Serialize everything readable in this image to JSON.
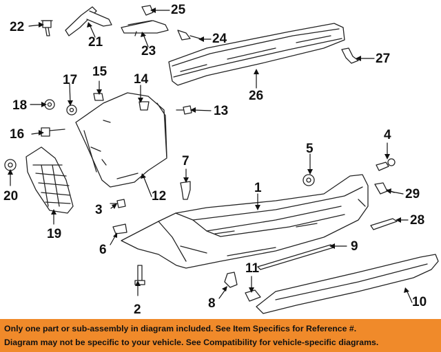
{
  "callouts": [
    {
      "id": "1",
      "label": "1"
    },
    {
      "id": "2",
      "label": "2"
    },
    {
      "id": "3",
      "label": "3"
    },
    {
      "id": "4",
      "label": "4"
    },
    {
      "id": "5",
      "label": "5"
    },
    {
      "id": "6",
      "label": "6"
    },
    {
      "id": "7",
      "label": "7"
    },
    {
      "id": "8",
      "label": "8"
    },
    {
      "id": "9",
      "label": "9"
    },
    {
      "id": "10",
      "label": "10"
    },
    {
      "id": "11",
      "label": "11"
    },
    {
      "id": "12",
      "label": "12"
    },
    {
      "id": "13",
      "label": "13"
    },
    {
      "id": "14",
      "label": "14"
    },
    {
      "id": "15",
      "label": "15"
    },
    {
      "id": "16",
      "label": "16"
    },
    {
      "id": "17",
      "label": "17"
    },
    {
      "id": "18",
      "label": "18"
    },
    {
      "id": "19",
      "label": "19"
    },
    {
      "id": "20",
      "label": "20"
    },
    {
      "id": "21",
      "label": "21"
    },
    {
      "id": "22",
      "label": "22"
    },
    {
      "id": "23",
      "label": "23"
    },
    {
      "id": "24",
      "label": "24"
    },
    {
      "id": "25",
      "label": "25"
    },
    {
      "id": "26",
      "label": "26"
    },
    {
      "id": "27",
      "label": "27"
    },
    {
      "id": "28",
      "label": "28"
    },
    {
      "id": "29",
      "label": "29"
    }
  ],
  "footer": {
    "line1": "Only one part or sub-assembly in diagram included. See Item Specifics for Reference #.",
    "line2": "Diagram may not be specific to your vehicle. See Compatibility for vehicle-specific diagrams."
  },
  "colors": {
    "banner": "#f08a2a",
    "line": "#111111"
  }
}
